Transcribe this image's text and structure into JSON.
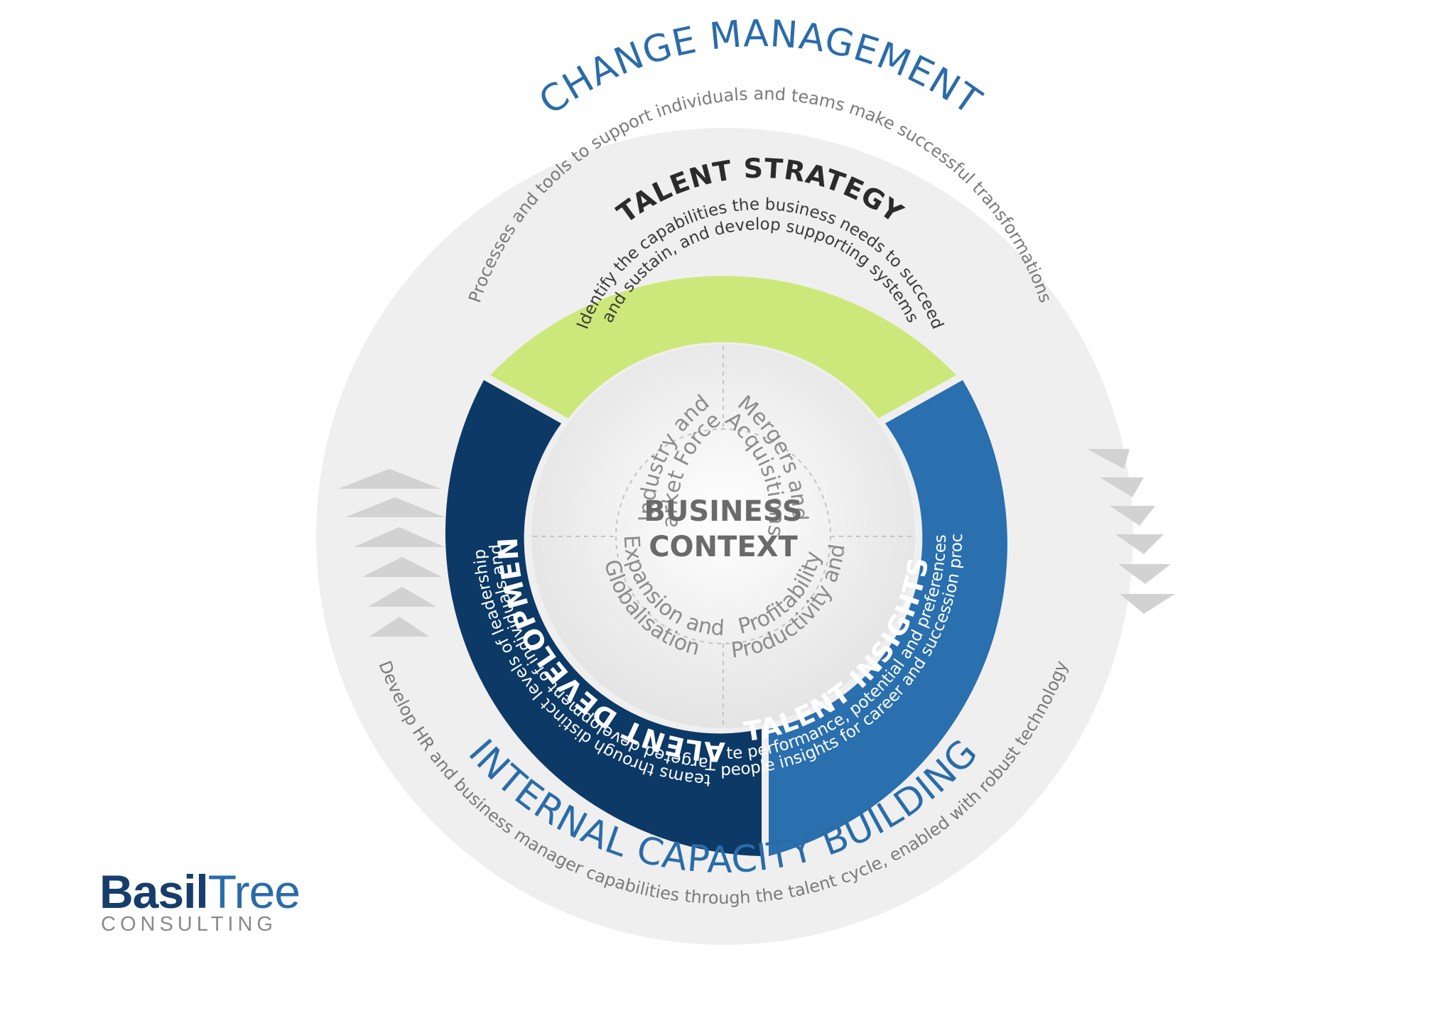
{
  "outer_ring": {
    "top_title": "CHANGE MANAGEMENT",
    "top_description": "Processes and tools to support individuals and teams make successful transformations",
    "bottom_title": "INTERNAL CAPACITY BUILDING",
    "bottom_description": "Develop HR and business manager capabilities through the talent cycle, enabled with robust technology"
  },
  "segments": {
    "strategy": {
      "title": "TALENT STRATEGY",
      "line1": "Identify the capabilities the business needs to succeed",
      "line2": "and sustain, and develop supporting systems",
      "color": "#cde87a"
    },
    "development": {
      "title": "TALENT DEVELOPMENT",
      "line1": "Targeted development of individuals and",
      "line2": "teams through distinct levels of leadership",
      "color": "#0c3966"
    },
    "insights": {
      "title": "TALENT INSIGHTS",
      "line1": "Integrate performance, potential and preferences to get",
      "line2": "deep people insights for career and succession processes",
      "color": "#2a6fae"
    }
  },
  "quadrants": {
    "top_left": {
      "line1": "Industry and",
      "line2": "Market Forces"
    },
    "top_right": {
      "line1": "Mergers and",
      "line2": "Acquisitions"
    },
    "bottom_left": {
      "line1": "Expansion and",
      "line2": "Globalisation"
    },
    "bottom_right": {
      "line1": "Productivity and",
      "line2": "Profitability"
    }
  },
  "center": {
    "line1": "BUSINESS",
    "line2": "CONTEXT"
  },
  "logo": {
    "part1": "Basil",
    "part2": "Tree",
    "sub": "CONSULTING"
  },
  "colors": {
    "heading_blue": "#2a6ca9",
    "outer_ring": "#efefef",
    "arrows": "#d4d4d4"
  }
}
